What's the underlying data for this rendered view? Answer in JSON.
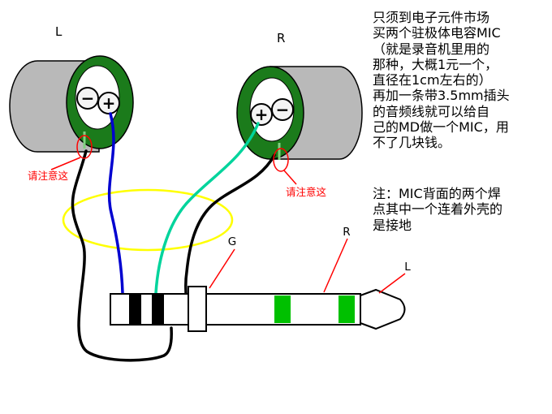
{
  "diagram": {
    "left_mic": {
      "label": "L",
      "terminal_left": "−",
      "terminal_right": "+",
      "note": "请注意这"
    },
    "right_mic": {
      "label": "R",
      "terminal_left": "+",
      "terminal_right": "−",
      "note": "请注意这"
    },
    "plug": {
      "ground_label": "G",
      "ring_label": "R",
      "tip_label": "L"
    }
  },
  "text": {
    "paragraph_lines": [
      "只须到电子元件市场",
      "买两个驻极体电容MIC",
      "（就是录音机里用的",
      "那种，大概1元一个，",
      "直径在1cm左右的）",
      "再加一条带3.5mm插头",
      "的音频线就可以给自",
      "己的MD做一个MIC，用",
      "不了几块钱。"
    ],
    "note_lines": [
      "注：MIC背面的两个焊",
      "点其中一个连着外壳的",
      "是接地"
    ]
  },
  "colors": {
    "mic_green": "#1b7b1b",
    "plug_green": "#00c000",
    "wire_blue": "#0000d0",
    "wire_cyan": "#00d49c",
    "annotation_yellow": "#ffff00",
    "annotation_red": "#ff0000",
    "cylinder_gray": "#b9b9b9",
    "terminal_mark_green": "#80d080"
  }
}
